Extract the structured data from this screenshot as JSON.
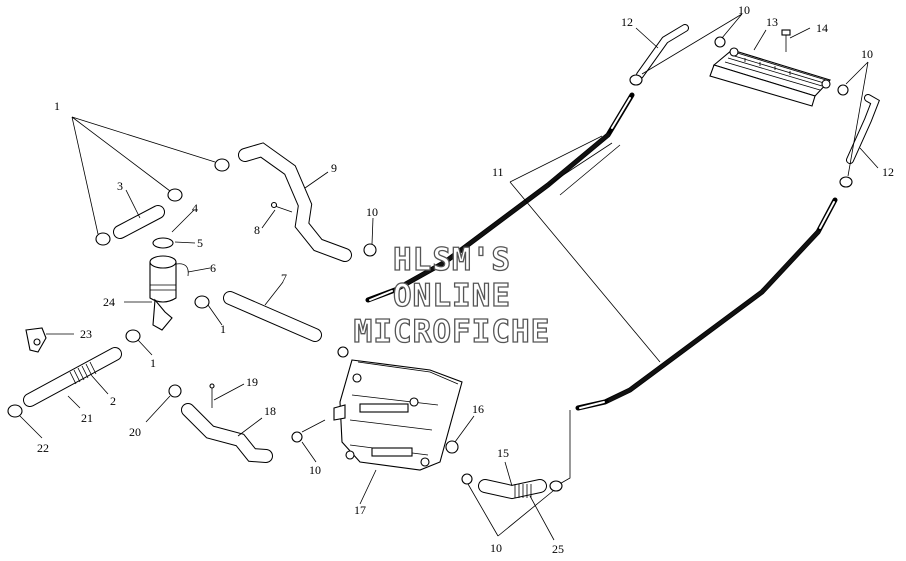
{
  "watermark": {
    "line1": "HLSM'S",
    "line2": "ONLINE",
    "line3": "MICROFICHE"
  },
  "callouts": {
    "n1": "1",
    "n2": "2",
    "n3": "3",
    "n4": "4",
    "n5": "5",
    "n6": "6",
    "n7": "7",
    "n8": "8",
    "n9": "9",
    "n10": "10",
    "n11": "11",
    "n12": "12",
    "n13": "13",
    "n14": "14",
    "n15": "15",
    "n16": "16",
    "n17": "17",
    "n18": "18",
    "n19": "19",
    "n20": "20",
    "n21": "21",
    "n22": "22",
    "n23": "23",
    "n24": "24",
    "n25": "25"
  }
}
